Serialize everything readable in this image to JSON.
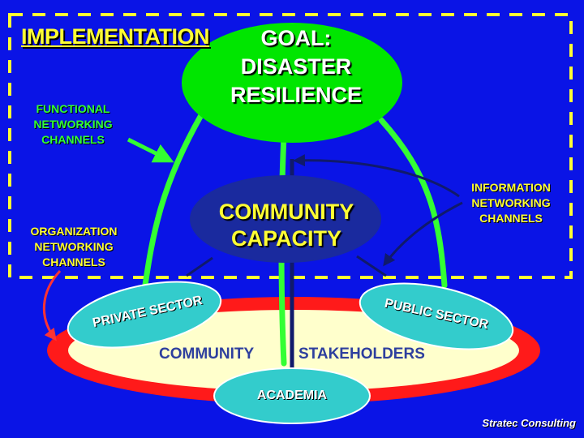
{
  "title": "IMPLEMENTATION",
  "goal": {
    "line1": "GOAL:",
    "line2": "DISASTER",
    "line3": "RESILIENCE"
  },
  "community_capacity": {
    "line1": "COMMUNITY",
    "line2": "CAPACITY"
  },
  "channels": {
    "functional": [
      "FUNCTIONAL",
      "NETWORKING",
      "CHANNELS"
    ],
    "information": [
      "INFORMATION",
      "NETWORKING",
      "CHANNELS"
    ],
    "organization": [
      "ORGANIZATION",
      "NETWORKING",
      "CHANNELS"
    ]
  },
  "stakeholders": {
    "private": "PRIVATE SECTOR",
    "public": "PUBLIC SECTOR",
    "academia": "ACADEMIA",
    "community_word": "COMMUNITY",
    "stakeholders_word": "STAKEHOLDERS"
  },
  "credit": "Stratec Consulting",
  "colors": {
    "background": "#0a14e6",
    "goal_fill": "#00e600",
    "capacity_fill": "#1a2a9e",
    "ring_red": "#ff1a1a",
    "ring_cream": "#ffffcc",
    "stakeholder_fill": "#33cccc",
    "functional_line": "#33ff33",
    "info_line": "#101a6b",
    "dashed_border": "#ffff33"
  }
}
